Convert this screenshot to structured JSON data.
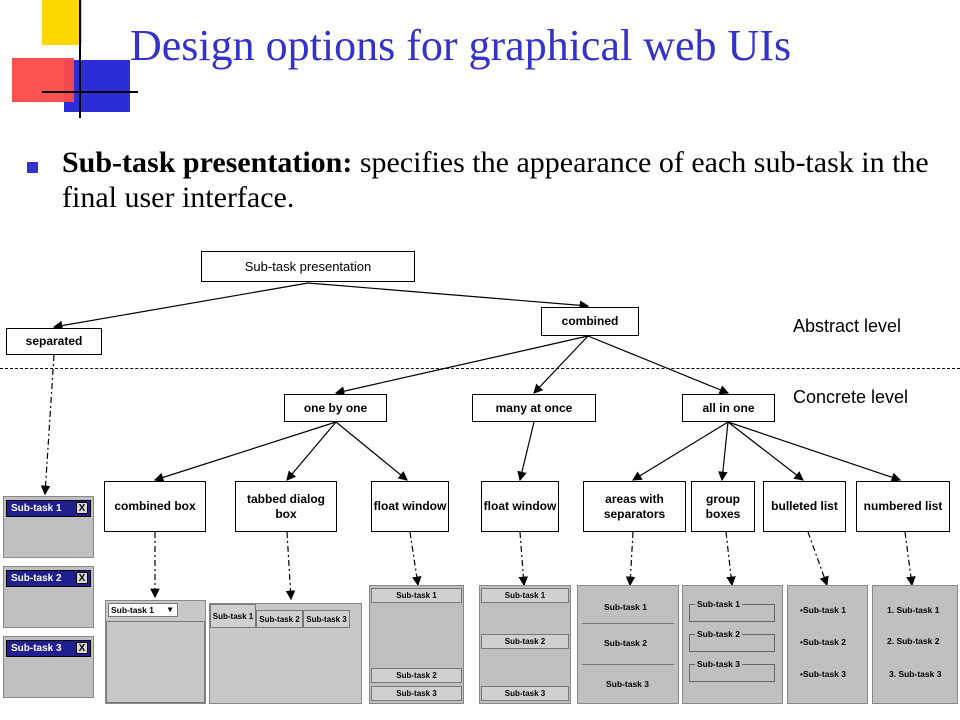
{
  "title": "Design options for graphical web UIs",
  "bullet": {
    "term": "Sub-task presentation:",
    "text": " specifies the appearance of each sub-task in the final user interface."
  },
  "colors": {
    "title": "#3333cc",
    "window_bar": "#1f1f8f",
    "mock_gray": "#c0c0c0"
  },
  "tree": {
    "root": "Sub-task presentation",
    "separated": "separated",
    "combined": "combined",
    "one_by_one": "one by one",
    "many_at_once": "many at once",
    "all_in_one": "all in one",
    "leaves": {
      "combined_box": "combined box",
      "tabbed_dialog_box": "tabbed dialog box",
      "float_window_1": "float window",
      "float_window_2": "float window",
      "areas_with_separators": "areas with separators",
      "group_boxes": "group boxes",
      "bulleted_list": "bulleted list",
      "numbered_list": "numbered list"
    }
  },
  "levels": {
    "abstract": "Abstract level",
    "concrete": "Concrete level"
  },
  "mockups": {
    "windows": [
      "Sub-task 1",
      "Sub-task 2",
      "Sub-task 3"
    ],
    "close_glyph": "X",
    "combo_value": "Sub-task 1",
    "combo_arrow": "▾",
    "tabs": [
      "Sub-task 1",
      "Sub-task 2",
      "Sub-task 3"
    ],
    "float1": [
      "Sub-task 1",
      "Sub-task 2",
      "Sub-task 3"
    ],
    "float2": [
      "Sub-task 1",
      "Sub-task 2",
      "Sub-task 3"
    ],
    "areas": [
      "Sub-task 1",
      "Sub-task 2",
      "Sub-task 3"
    ],
    "groups": [
      "Sub-task 1",
      "Sub-task 2",
      "Sub-task 3"
    ],
    "bulleted": [
      "•Sub-task 1",
      "•Sub-task 2",
      "•Sub-task 3"
    ],
    "numbered": [
      "1. Sub-task 1",
      "2. Sub-task 2",
      "3. Sub-task 3"
    ]
  }
}
